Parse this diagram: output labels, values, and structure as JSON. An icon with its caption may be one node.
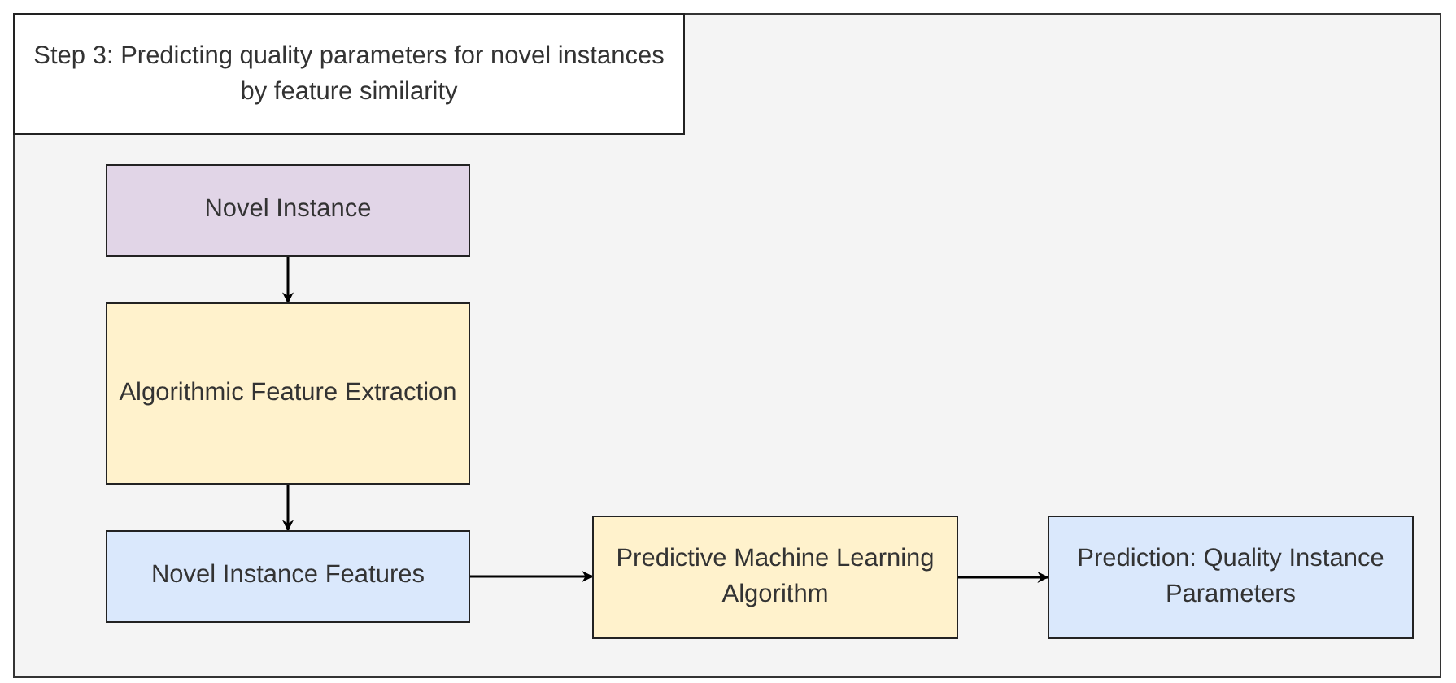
{
  "diagram": {
    "title": "Step 3: Predicting quality parameters for novel instances by feature similarity",
    "nodes": [
      {
        "text": [
          "Novel Instance"
        ]
      },
      {
        "text": [
          "Algorithmic Feature Extraction"
        ]
      },
      {
        "text": [
          "Novel Instance Features"
        ]
      },
      {
        "text": [
          "Predictive Machine Learning Algorithm"
        ]
      },
      {
        "text": [
          "Prediction: Quality Instance Parameters"
        ]
      }
    ],
    "edges": [
      {
        "from": 0,
        "to": 1,
        "arrow": "to"
      },
      {
        "from": 1,
        "to": 2,
        "arrow": "to"
      },
      {
        "from": 2,
        "to": 3,
        "arrow": "to"
      },
      {
        "from": 3,
        "to": 4,
        "arrow": "to"
      }
    ]
  }
}
